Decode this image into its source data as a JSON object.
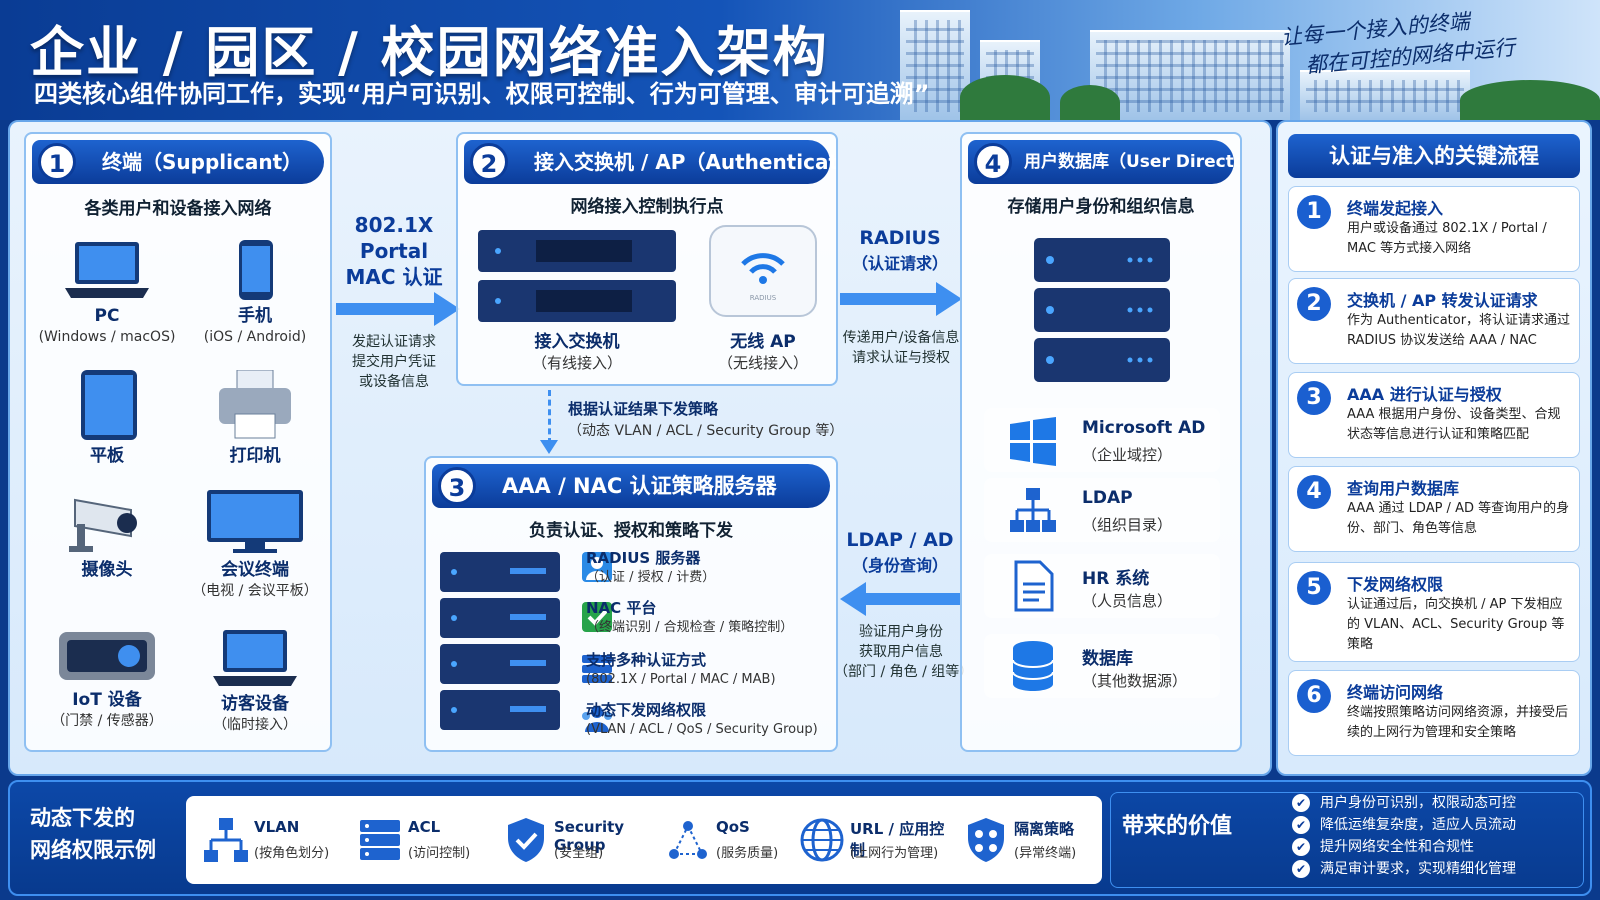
{
  "header": {
    "title": "企业 / 园区 / 校园网络准入架构",
    "subtitle": "四类核心组件协同工作，实现“用户可识别、权限可控制、行为可管理、审计可追溯”",
    "slogan_line1": "让每一个接入的终端",
    "slogan_line2": "都在可控的网络中运行"
  },
  "supplicant": {
    "num": "1",
    "title": "终端（Supplicant）",
    "subtitle": "各类用户和设备接入网络",
    "devices": [
      {
        "name": "PC",
        "desc": "(Windows / macOS)",
        "icon": "laptop-icon"
      },
      {
        "name": "手机",
        "desc": "(iOS / Android)",
        "icon": "phone-icon"
      },
      {
        "name": "平板",
        "desc": "",
        "icon": "tablet-icon"
      },
      {
        "name": "打印机",
        "desc": "",
        "icon": "printer-icon"
      },
      {
        "name": "摄像头",
        "desc": "",
        "icon": "camera-icon"
      },
      {
        "name": "会议终端",
        "desc": "（电视 / 会议平板）",
        "icon": "monitor-icon"
      },
      {
        "name": "IoT 设备",
        "desc": "（门禁 / 传感器）",
        "icon": "iot-icon"
      },
      {
        "name": "访客设备",
        "desc": "（临时接入）",
        "icon": "laptop-icon"
      }
    ]
  },
  "flow1": {
    "l1": "802.1X",
    "l2": "Portal",
    "l3": "MAC 认证",
    "n1": "发起认证请求",
    "n2": "提交用户凭证",
    "n3": "或设备信息"
  },
  "authenticator": {
    "num": "2",
    "title": "接入交换机 / AP（Authenticator）",
    "subtitle": "网络接入控制执行点",
    "switch_name": "接入交换机",
    "switch_desc": "（有线接入）",
    "ap_name": "无线 AP",
    "ap_desc": "（无线接入）",
    "ap_brand": "RADIUS"
  },
  "flow2": {
    "l1": "RADIUS",
    "l2": "（认证请求）",
    "n1": "传递用户/设备信息",
    "n2": "请求认证与授权"
  },
  "flow_down": {
    "l1": "根据认证结果下发策略",
    "l2": "（动态 VLAN / ACL / Security Group 等）"
  },
  "aaa": {
    "num": "3",
    "title": "AAA / NAC 认证策略服务器",
    "subtitle": "负责认证、授权和策略下发",
    "items": [
      {
        "name": "RADIUS 服务器",
        "desc": "（认证 / 授权 / 计费）",
        "icon": "user-server-icon"
      },
      {
        "name": "NAC 平台",
        "desc": "（终端识别 / 合规检查 / 策略控制）",
        "icon": "check-icon"
      },
      {
        "name": "支持多种认证方式",
        "desc": "(802.1X / Portal / MAC / MAB)",
        "icon": "server-stack-icon"
      },
      {
        "name": "动态下发网络权限",
        "desc": "(VLAN / ACL / QoS / Security Group)",
        "icon": "users-icon"
      }
    ]
  },
  "flow3": {
    "l1": "LDAP / AD",
    "l2": "（身份查询）",
    "n1": "验证用户身份",
    "n2": "获取用户信息",
    "n3": "（部门 / 角色 / 组等）"
  },
  "directory": {
    "num": "4",
    "title": "用户数据库（User Directory）",
    "subtitle": "存储用户身份和组织信息",
    "items": [
      {
        "name": "Microsoft AD",
        "desc": "（企业域控）",
        "icon": "windows-icon"
      },
      {
        "name": "LDAP",
        "desc": "（组织目录）",
        "icon": "org-tree-icon"
      },
      {
        "name": "HR 系统",
        "desc": "（人员信息）",
        "icon": "document-icon"
      },
      {
        "name": "数据库",
        "desc": "（其他数据源）",
        "icon": "database-icon"
      }
    ]
  },
  "process": {
    "title": "认证与准入的关键流程",
    "steps": [
      {
        "num": "1",
        "title": "终端发起接入",
        "desc": "用户或设备通过 802.1X / Portal / MAC 等方式接入网络"
      },
      {
        "num": "2",
        "title": "交换机 / AP 转发认证请求",
        "desc": "作为 Authenticator，将认证请求通过 RADIUS 协议发送给 AAA / NAC"
      },
      {
        "num": "3",
        "title": "AAA 进行认证与授权",
        "desc": "AAA 根据用户身份、设备类型、合规状态等信息进行认证和策略匹配"
      },
      {
        "num": "4",
        "title": "查询用户数据库",
        "desc": "AAA 通过 LDAP / AD 等查询用户的身份、部门、角色等信息"
      },
      {
        "num": "5",
        "title": "下发网络权限",
        "desc": "认证通过后，向交换机 / AP 下发相应的 VLAN、ACL、Security Group 等策略"
      },
      {
        "num": "6",
        "title": "终端访问网络",
        "desc": "终端按照策略访问网络资源，并接受后续的上网行为管理和安全策略"
      }
    ]
  },
  "permissions": {
    "label_line1": "动态下发的",
    "label_line2": "网络权限示例",
    "items": [
      {
        "name": "VLAN",
        "desc": "(按角色划分)",
        "icon": "vlan-icon"
      },
      {
        "name": "ACL",
        "desc": "(访问控制)",
        "icon": "acl-icon"
      },
      {
        "name": "Security Group",
        "desc": "(安全组)",
        "icon": "shield-icon"
      },
      {
        "name": "QoS",
        "desc": "(服务质量)",
        "icon": "qos-icon"
      },
      {
        "name": "URL / 应用控制",
        "desc": "(上网行为管理)",
        "icon": "globe-icon"
      },
      {
        "name": "隔离策略",
        "desc": "(异常终端)",
        "icon": "isolate-shield-icon"
      }
    ]
  },
  "value": {
    "title": "带来的价值",
    "items": [
      "用户身份可识别，权限动态可控",
      "降低运维复杂度，适应人员流动",
      "提升网络安全性和合规性",
      "满足审计要求，实现精细化管理"
    ]
  }
}
